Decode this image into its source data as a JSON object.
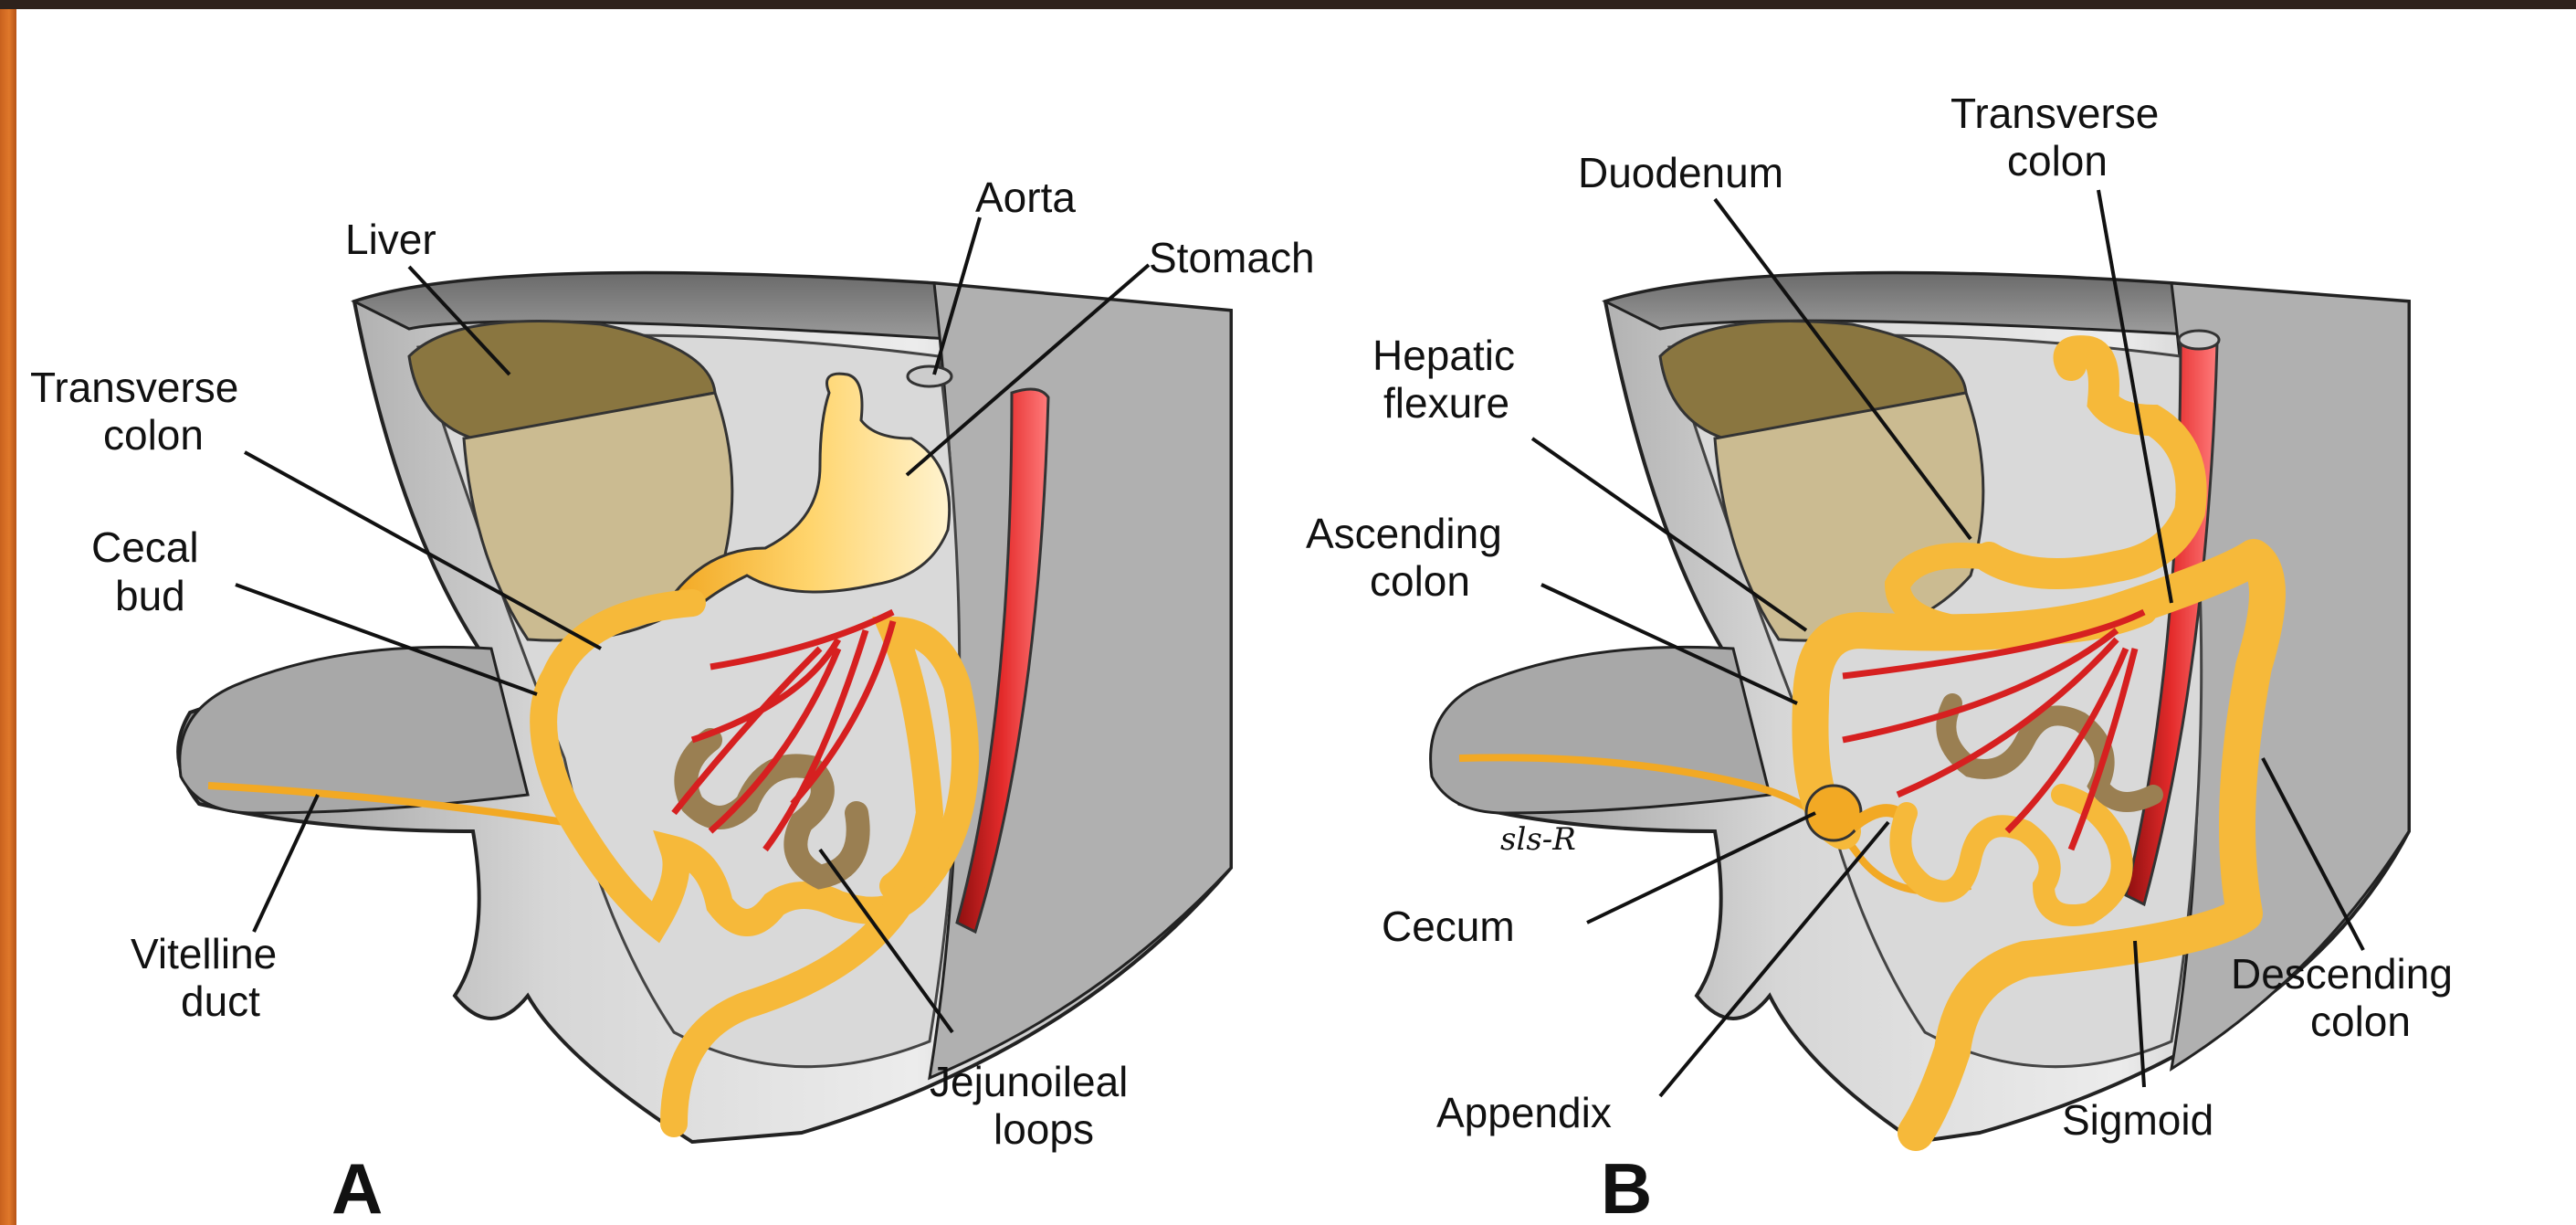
{
  "panels": [
    {
      "letter": "A",
      "labels": {
        "liver": "Liver",
        "aorta": "Aorta",
        "stomach": "Stomach",
        "transverse_colon_1": "Transverse",
        "transverse_colon_2": "colon",
        "cecal_bud_1": "Cecal",
        "cecal_bud_2": "bud",
        "vitelline_duct_1": "Vitelline",
        "vitelline_duct_2": "duct",
        "jejunoileal_loops_1": "Jejunoileal",
        "jejunoileal_loops_2": "loops"
      }
    },
    {
      "letter": "B",
      "labels": {
        "duodenum": "Duodenum",
        "transverse_colon_1": "Transverse",
        "transverse_colon_2": "colon",
        "hepatic_flexure_1": "Hepatic",
        "hepatic_flexure_2": "flexure",
        "ascending_colon_1": "Ascending",
        "ascending_colon_2": "colon",
        "cecum": "Cecum",
        "appendix": "Appendix",
        "sigmoid": "Sigmoid",
        "descending_colon_1": "Descending",
        "descending_colon_2": "colon"
      },
      "signature": "sls-R"
    }
  ],
  "colors": {
    "frame_orange": "#d86a24",
    "liver_dark": "#8a7640",
    "liver_light": "#cbbb91",
    "gut_yellow": "#f6b93a",
    "gut_highlight": "#ffe7a8",
    "vessel_red": "#d62020",
    "loop_brown": "#9a7f52",
    "body_gray": "#b8b8b8"
  }
}
